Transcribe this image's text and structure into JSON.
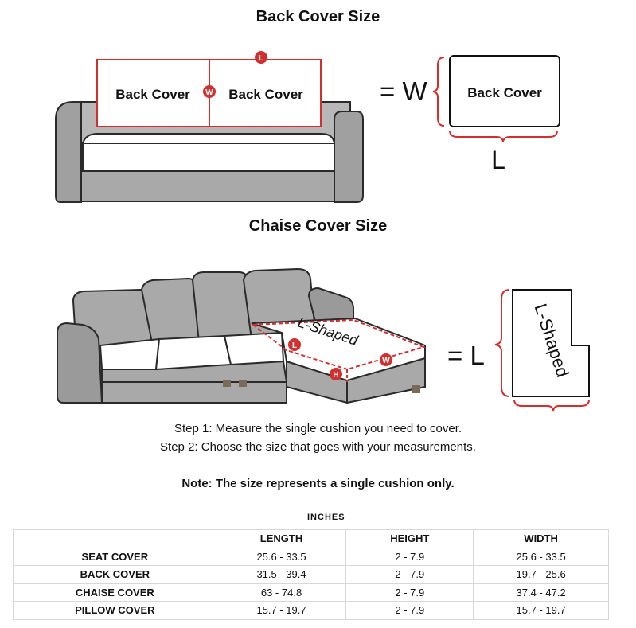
{
  "back_section": {
    "title": "Back Cover Size",
    "cushion_label_left": "Back Cover",
    "cushion_label_right": "Back Cover",
    "marker_length": "L",
    "marker_width": "W",
    "equals_w": "= W",
    "rect_label": "Back Cover",
    "dim_l": "L"
  },
  "chaise_section": {
    "title": "Chaise Cover Size",
    "shape_label": "L-Shaped",
    "marker_length": "L",
    "marker_width": "W",
    "marker_height": "H",
    "equals_l": "= L",
    "shape_rotated_label": "L-Shaped"
  },
  "instructions": {
    "step1": "Step 1: Measure the single cushion you need to cover.",
    "step2": "Step 2: Choose the size that goes with your measurements.",
    "note": "Note: The size represents a single cushion only."
  },
  "table": {
    "unit": "INCHES",
    "headers": [
      "",
      "LENGTH",
      "HEIGHT",
      "WIDTH"
    ],
    "rows": [
      {
        "name": "SEAT COVER",
        "length": "25.6 - 33.5",
        "height": "2 - 7.9",
        "width": "25.6 - 33.5"
      },
      {
        "name": "BACK COVER",
        "length": "31.5 - 39.4",
        "height": "2 - 7.9",
        "width": "19.7 - 25.6"
      },
      {
        "name": "CHAISE COVER",
        "length": "63 - 74.8",
        "height": "2 - 7.9",
        "width": "37.4 - 47.2"
      },
      {
        "name": "PILLOW COVER",
        "length": "15.7 - 19.7",
        "height": "2 - 7.9",
        "width": "15.7 - 19.7"
      }
    ]
  },
  "colors": {
    "accent_red": "#d32f2f",
    "sofa_gray": "#a9a9a9",
    "sofa_outline": "#2a2a2a",
    "cushion_white": "#ffffff"
  }
}
